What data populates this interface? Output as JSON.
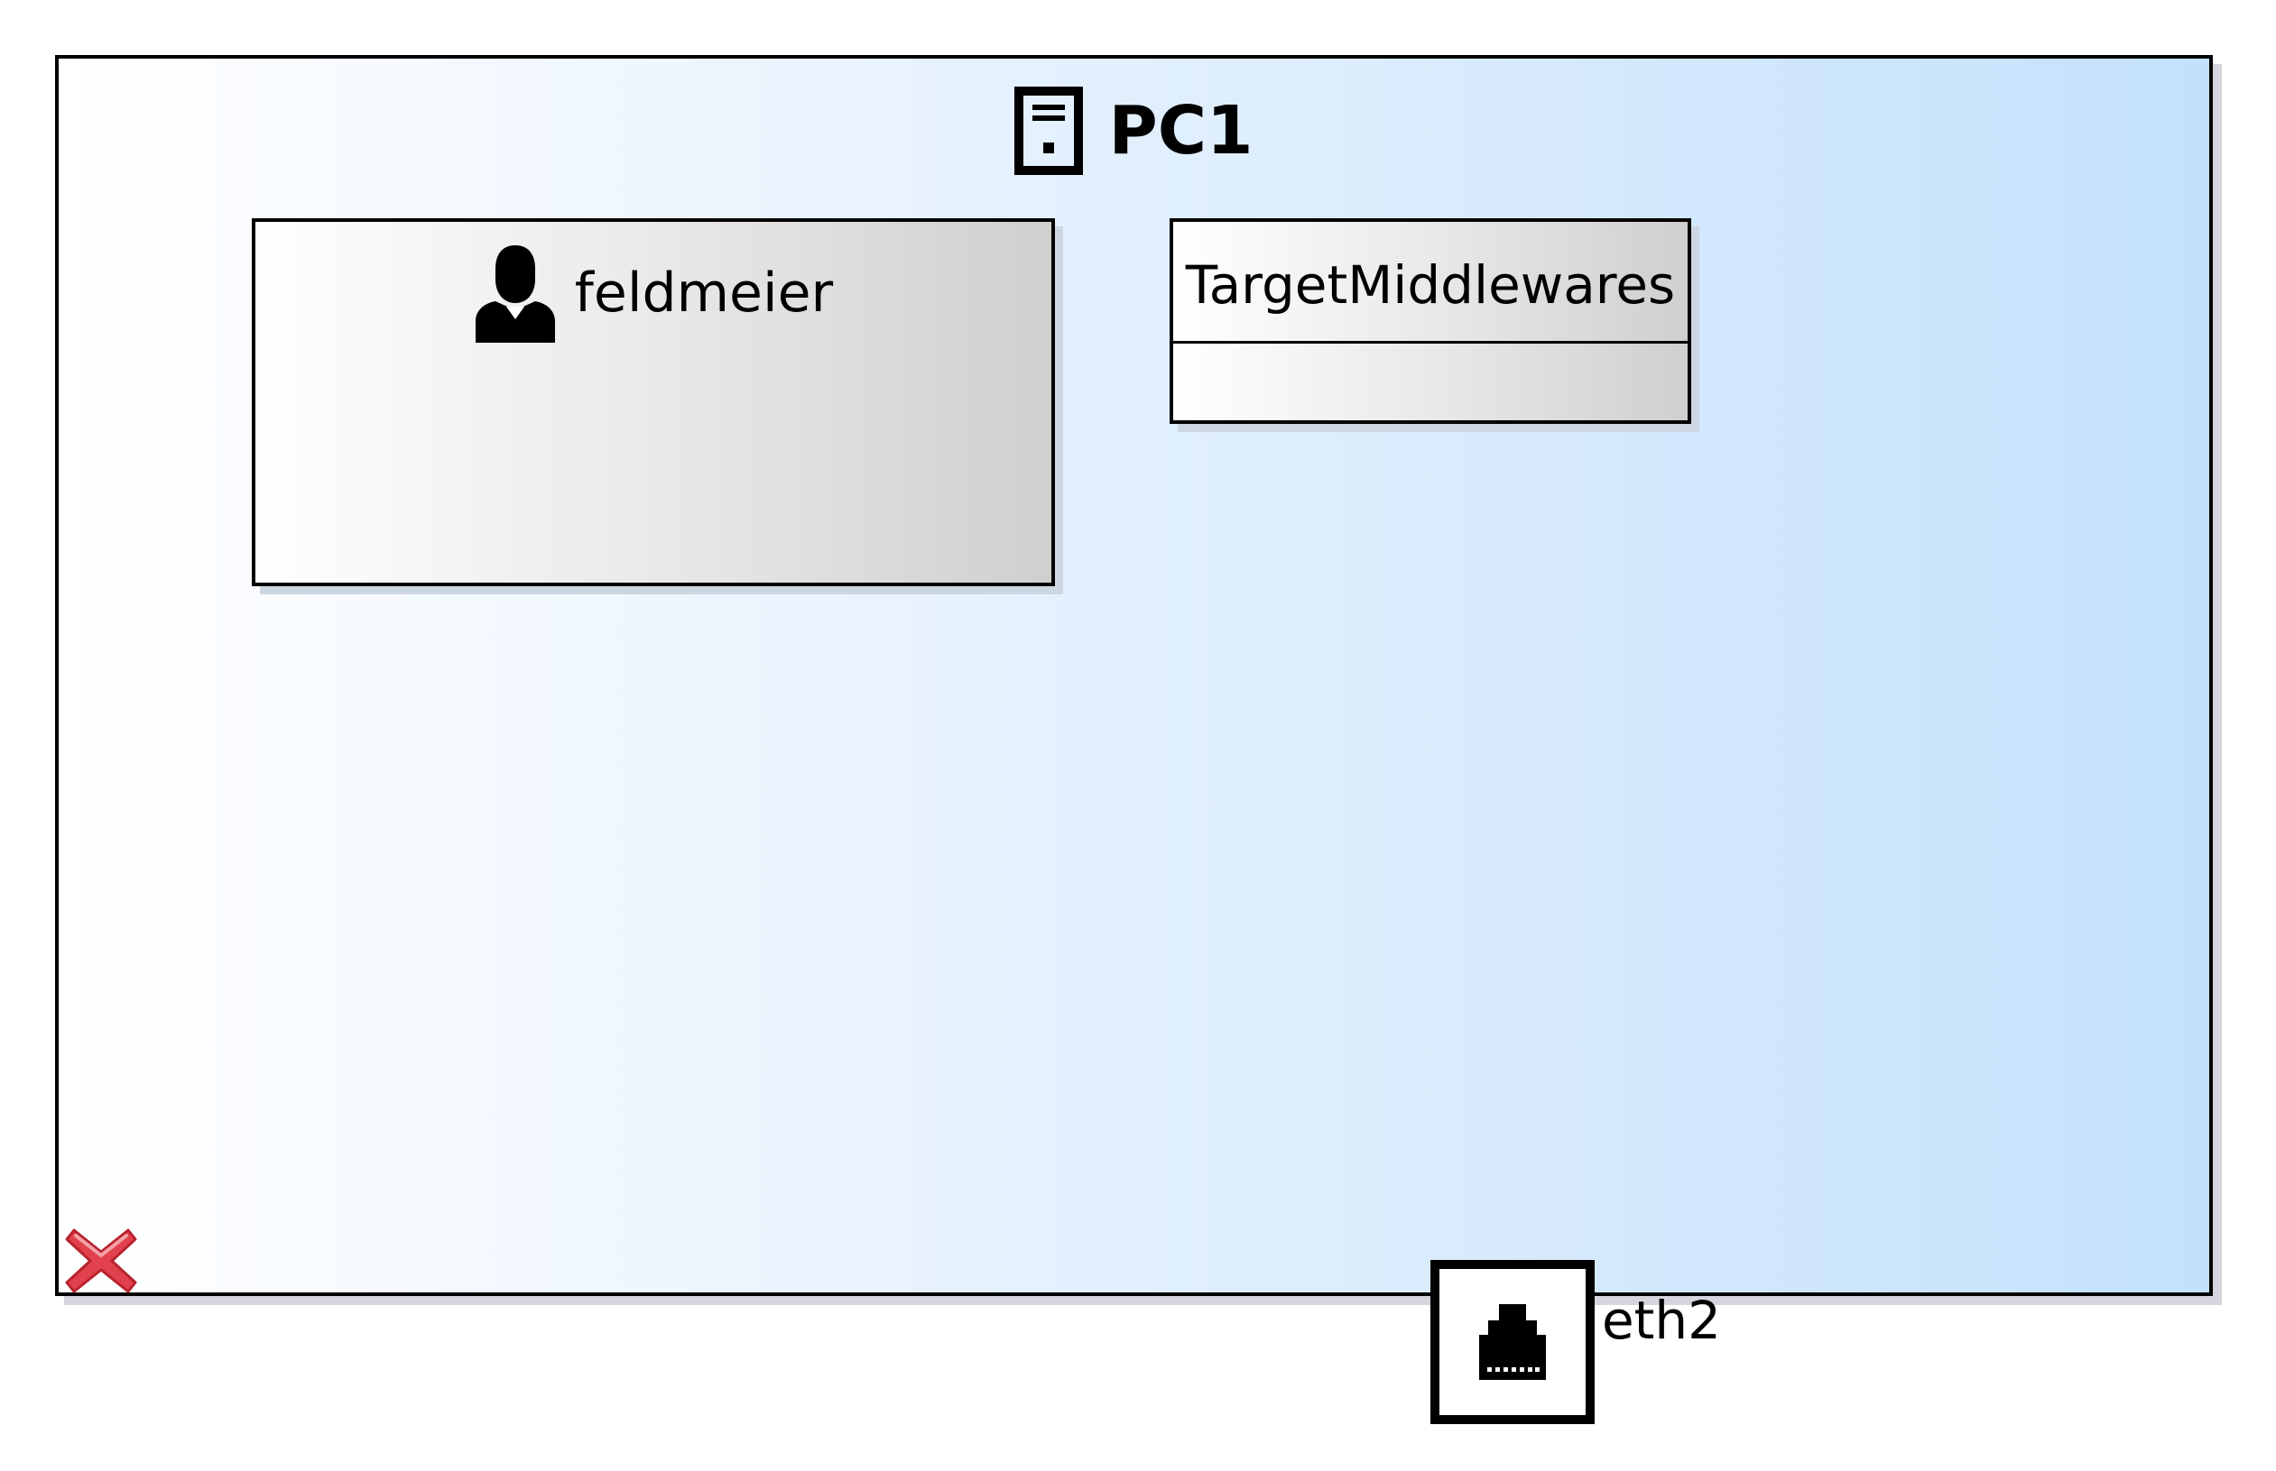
{
  "node": {
    "title": "PC1",
    "icon": "pc-tower-icon"
  },
  "user_part": {
    "label": "feldmeier",
    "icon": "user-icon"
  },
  "middleware_part": {
    "label": "TargetMiddlewares"
  },
  "error_marker": {
    "icon": "error-x-icon",
    "color": "#e0414c"
  },
  "port": {
    "label": "eth2",
    "icon": "ethernet-port-icon"
  },
  "colors": {
    "node_gradient_start": "#ffffff",
    "node_gradient_end": "#c3e1fb",
    "box_gradient_start": "#ffffff",
    "box_gradient_end": "#cfcfcf",
    "border": "#000000"
  }
}
